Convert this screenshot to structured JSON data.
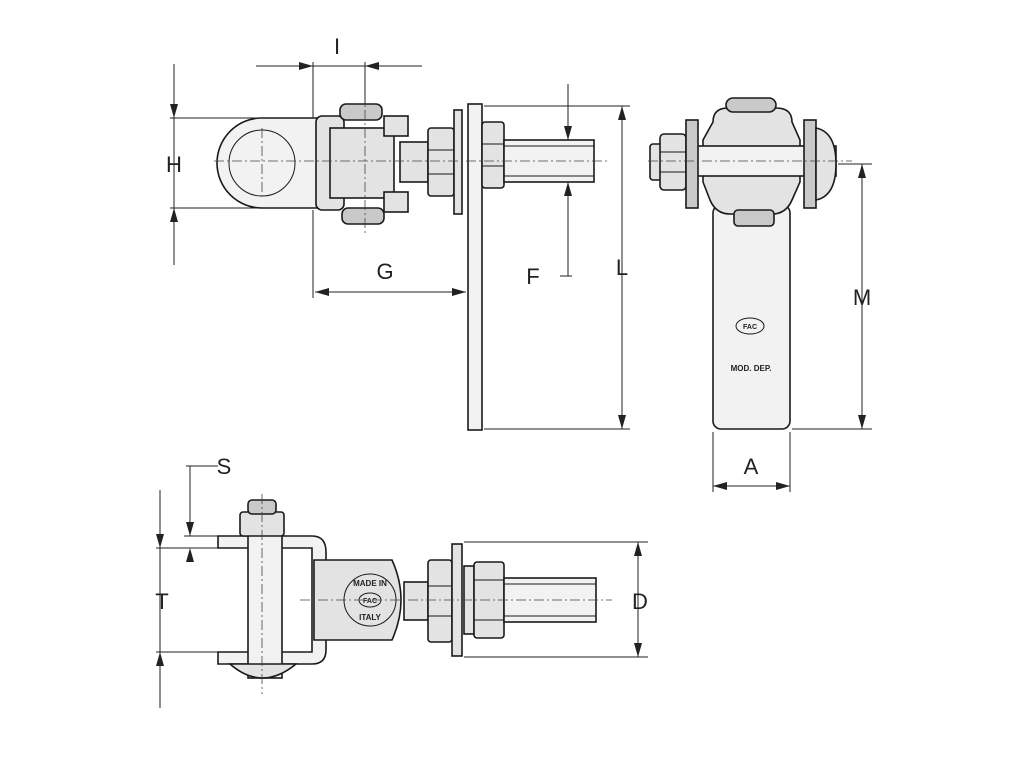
{
  "diagram": {
    "dimension_labels": {
      "I": "I",
      "H": "H",
      "G": "G",
      "F": "F",
      "L": "L",
      "M": "M",
      "A": "A",
      "S": "S",
      "T": "T",
      "D": "D"
    },
    "stamps": {
      "mod_dep": "MOD. DEP.",
      "made_in": "MADE IN",
      "italy": "ITALY"
    }
  }
}
